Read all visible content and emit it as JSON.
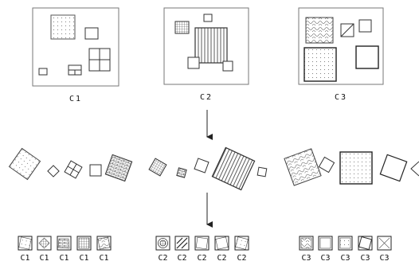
{
  "top_labels": [
    "C1",
    "C2",
    "C3"
  ],
  "bottom_labels": [
    "C1",
    "C1",
    "C1",
    "C1",
    "C1",
    "C2",
    "C2",
    "C2",
    "C2",
    "C2",
    "C3",
    "C3",
    "C3",
    "C3",
    "C3"
  ],
  "colors": {
    "stroke": "#333333",
    "text": "#111111",
    "background": "#ffffff"
  }
}
